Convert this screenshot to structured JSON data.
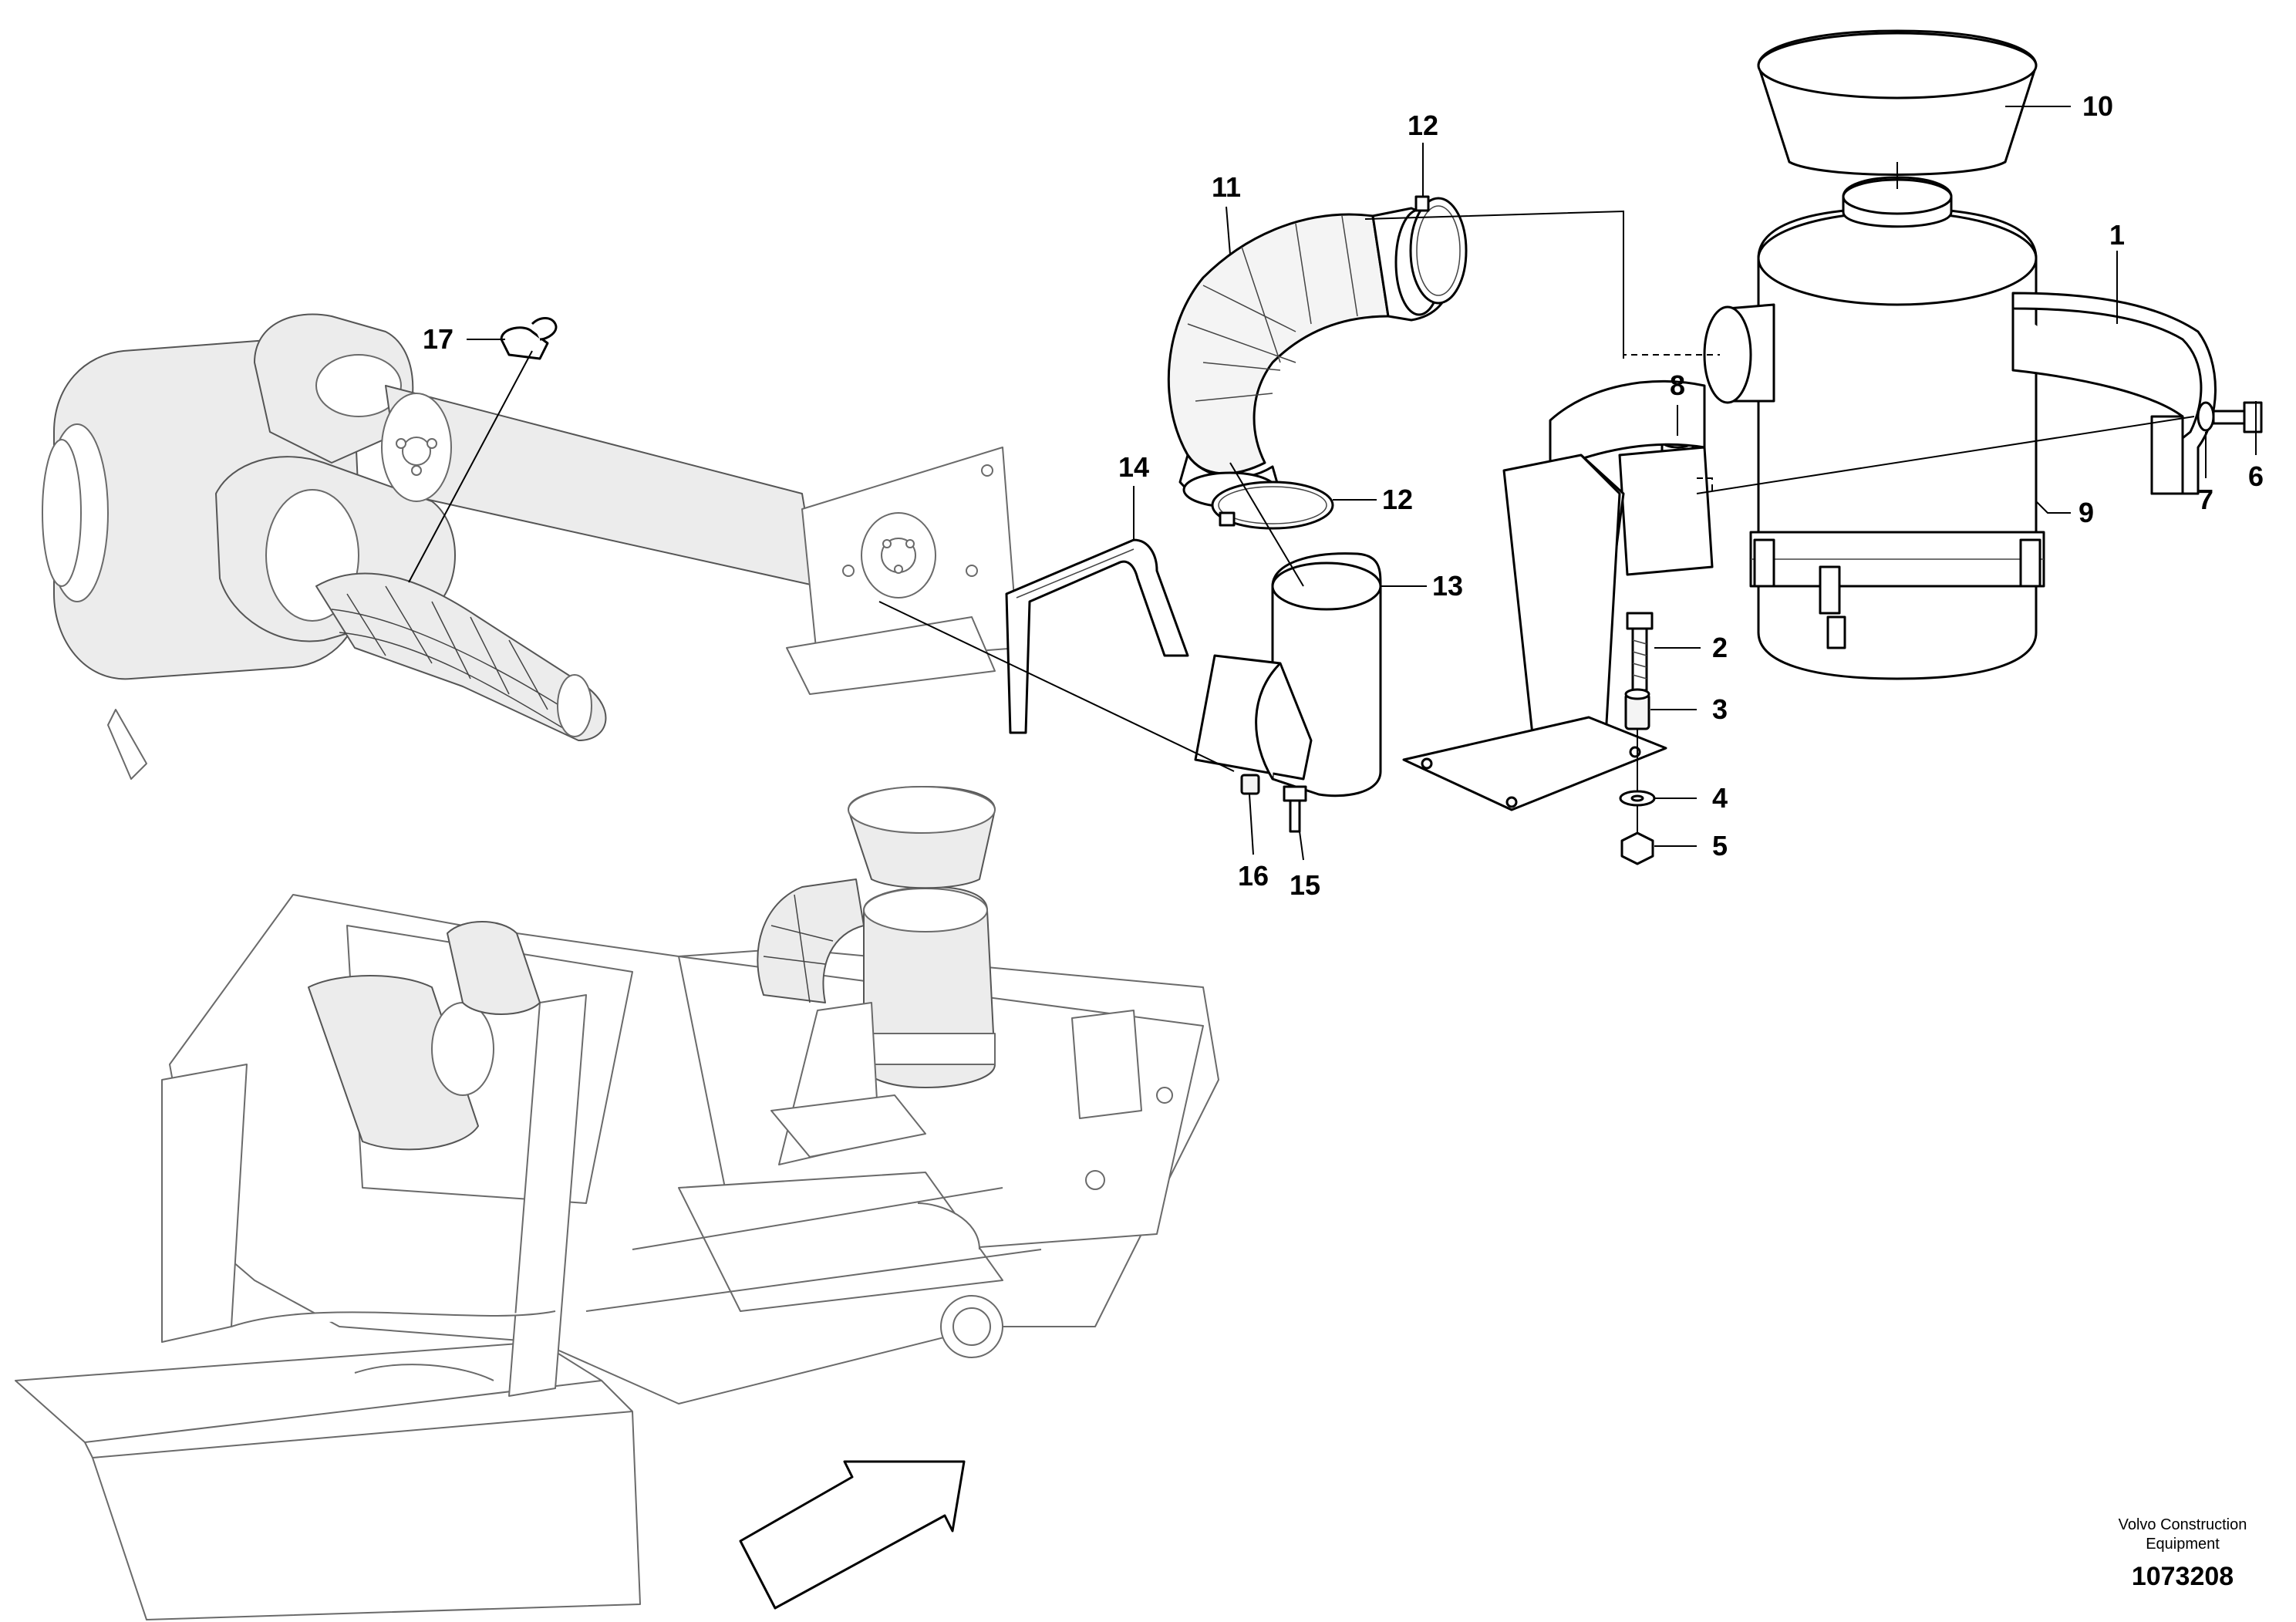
{
  "callouts": [
    {
      "n": "1"
    },
    {
      "n": "2"
    },
    {
      "n": "3"
    },
    {
      "n": "4"
    },
    {
      "n": "5"
    },
    {
      "n": "6"
    },
    {
      "n": "7"
    },
    {
      "n": "8"
    },
    {
      "n": "9"
    },
    {
      "n": "10"
    },
    {
      "n": "11"
    },
    {
      "n": "12"
    },
    {
      "n": "12"
    },
    {
      "n": "13"
    },
    {
      "n": "14"
    },
    {
      "n": "15"
    },
    {
      "n": "16"
    },
    {
      "n": "17"
    }
  ],
  "credit": {
    "line1": "Volvo Construction",
    "line2": "Equipment"
  },
  "drawing_number": "1073208"
}
